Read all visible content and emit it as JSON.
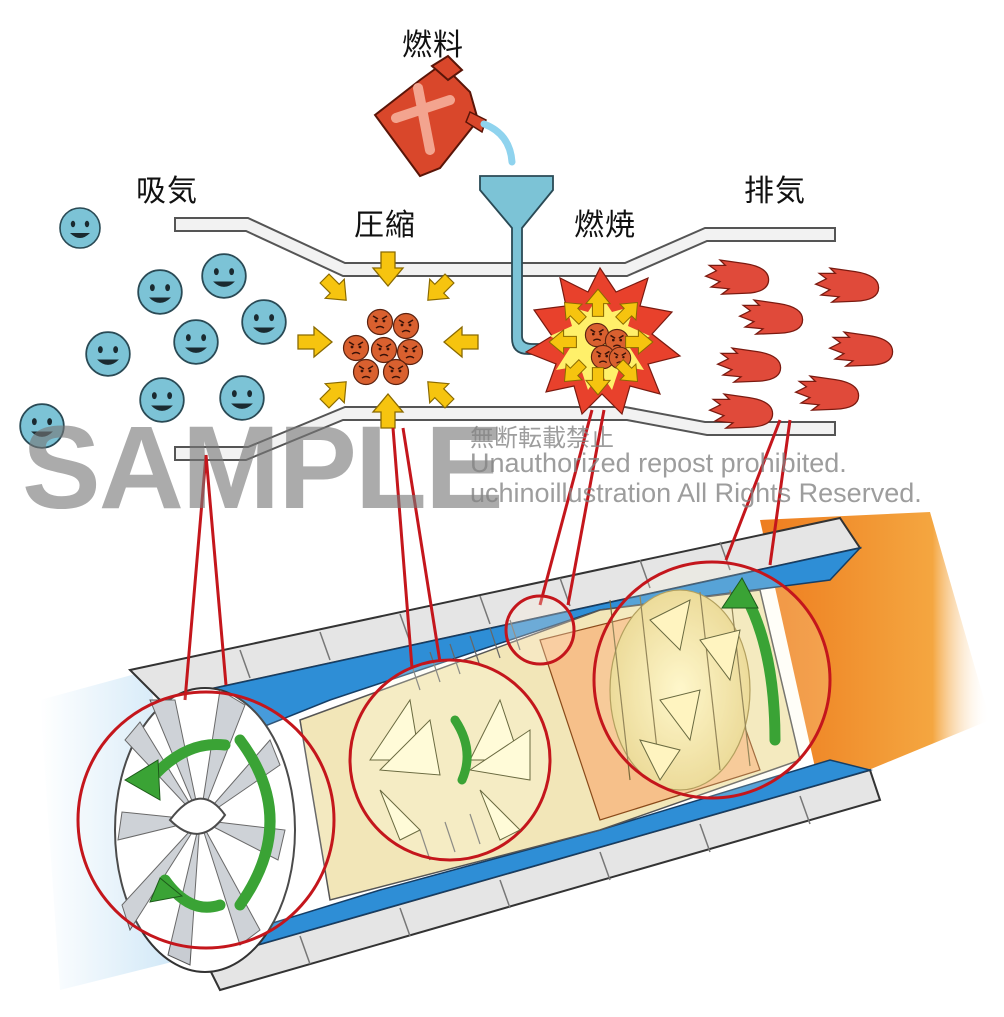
{
  "labels": {
    "fuel": "燃料",
    "intake": "吸気",
    "compression": "圧縮",
    "combustion": "燃焼",
    "exhaust": "排気"
  },
  "watermark": {
    "sample": "SAMPLE",
    "line1": "無断転載禁止",
    "line2": "Unauthorized repost prohibited.",
    "line3": "uchinoillustration All Rights Reserved."
  },
  "colors": {
    "air_molecule": "#7cc3d6",
    "compressed_molecule": "#d9602f",
    "arrow": "#f6c40f",
    "fuel_can": "#d9472b",
    "exhaust_flame": "#e04a3a",
    "callout": "#c4161c",
    "rotation_arrow": "#3aa335",
    "casing_blue": "#2e8ed6",
    "hot_orange": "#ee8a2a"
  },
  "icons": [
    "smiley-face-icon",
    "angry-face-icon",
    "fuel-can-icon",
    "funnel-icon",
    "explosion-icon",
    "flame-icon",
    "rotation-arrow-icon"
  ]
}
